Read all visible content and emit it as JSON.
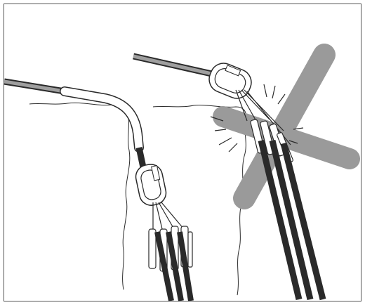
{
  "illustration": {
    "left_panel": "rope-over-edge-with-protector",
    "right_panel": "rope-over-edge-without-protector",
    "warning_mark": "crossed-out-x",
    "colors": {
      "background": "#ffffff",
      "frame": "#555555",
      "line": "#2a2a2a",
      "cross": "#9a9a9a"
    }
  }
}
